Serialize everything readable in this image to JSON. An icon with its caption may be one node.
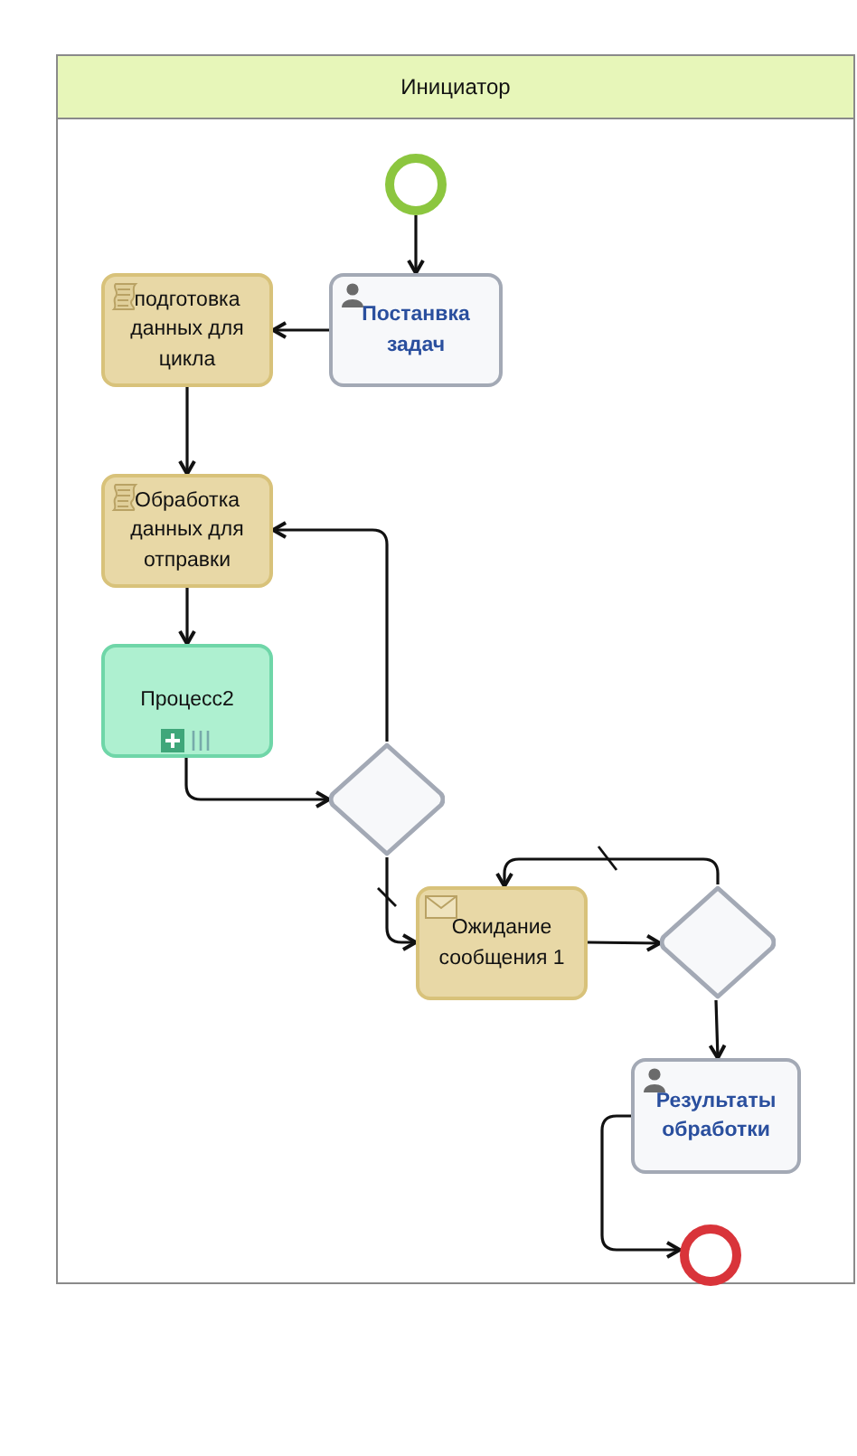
{
  "diagram": {
    "nodes": [
      {
        "text": [
          "Инициатор"
        ]
      },
      {
        "text": [],
        "shape": "circle",
        "in": 0
      },
      {
        "text": [
          "Постанвка задач"
        ],
        "in": 0
      },
      {
        "text": [
          "подготовка данных для цикла"
        ],
        "in": 0
      },
      {
        "text": [
          "Обработка данных для отправки"
        ],
        "in": 0
      },
      {
        "text": [
          "Процесс2"
        ],
        "in": 0
      },
      {
        "text": [],
        "shape": "diamond",
        "in": 0
      },
      {
        "text": [
          "Ожидание сообщения 1"
        ],
        "in": 0
      },
      {
        "text": [],
        "shape": "diamond",
        "in": 0
      },
      {
        "text": [
          "Результаты обработки"
        ],
        "in": 0
      },
      {
        "text": [],
        "shape": "circle",
        "in": 0
      }
    ],
    "edges": [
      {
        "from": 1,
        "to": 2,
        "arrow": "to"
      },
      {
        "from": 2,
        "to": 3,
        "arrow": "to"
      },
      {
        "from": 3,
        "to": 4,
        "arrow": "to"
      },
      {
        "from": 4,
        "to": 5,
        "arrow": "to"
      },
      {
        "from": 5,
        "to": 6,
        "arrow": "to"
      },
      {
        "from": 6,
        "to": 4,
        "arrow": "to"
      },
      {
        "from": 6,
        "to": 7,
        "arrow": "to"
      },
      {
        "from": 7,
        "to": 8,
        "arrow": "to"
      },
      {
        "from": 8,
        "to": 7,
        "arrow": "to"
      },
      {
        "from": 8,
        "to": 9,
        "arrow": "to"
      },
      {
        "from": 9,
        "to": 10,
        "arrow": "to"
      }
    ]
  }
}
